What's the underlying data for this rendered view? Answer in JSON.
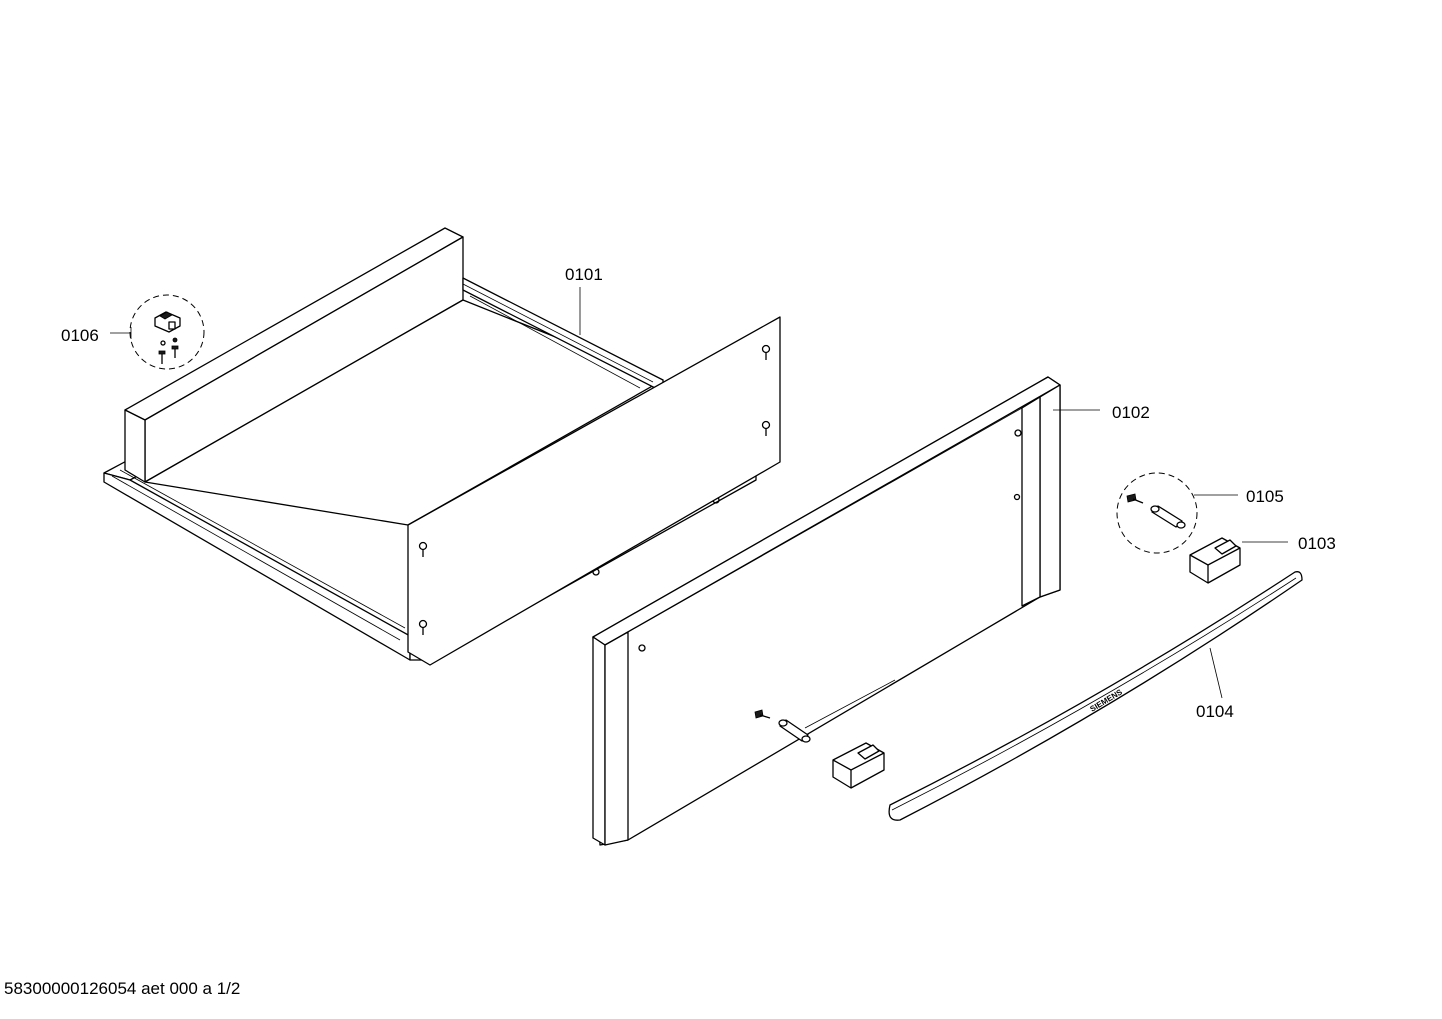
{
  "labels": {
    "p0101": "0101",
    "p0102": "0102",
    "p0103": "0103",
    "p0104": "0104",
    "p0105": "0105",
    "p0106": "0106"
  },
  "handle_brand": "SIEMENS",
  "footer": "58300000126054 aet 000 a 1/2"
}
